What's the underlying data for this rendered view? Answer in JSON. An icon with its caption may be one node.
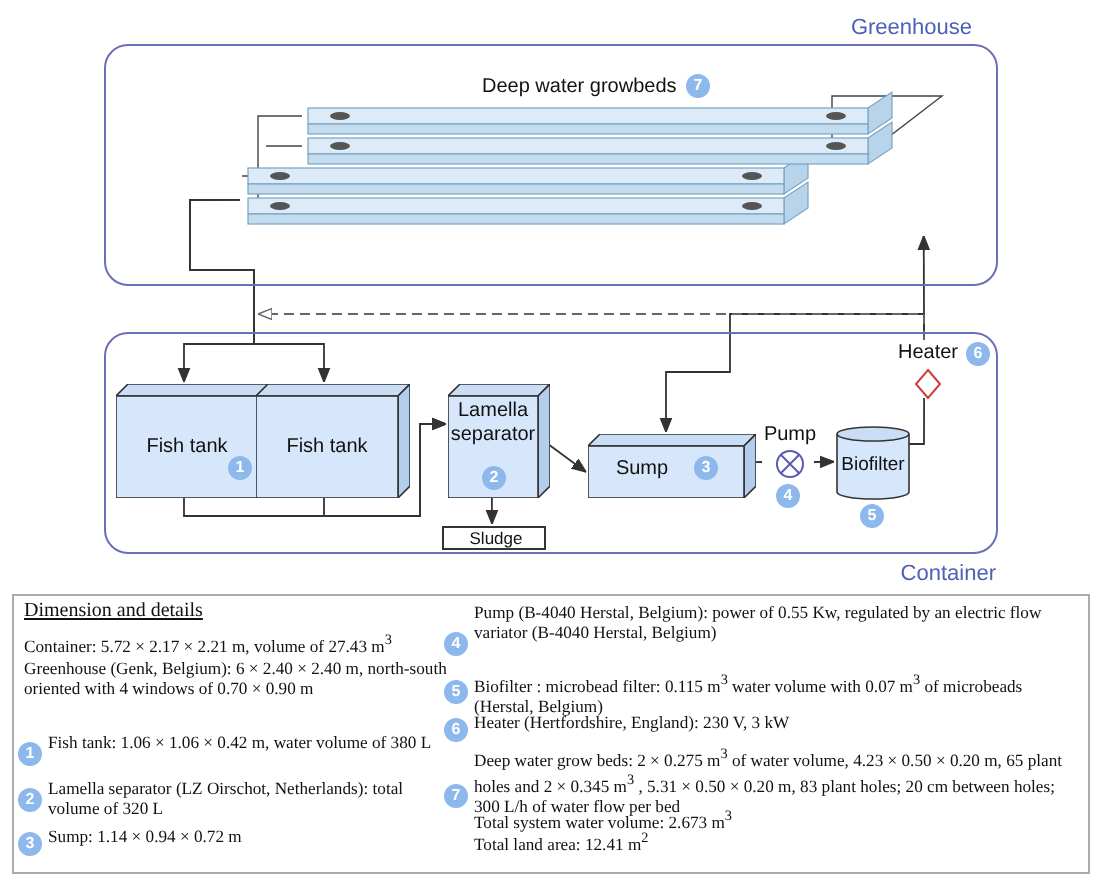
{
  "diagram": {
    "nodes": [
      {
        "text": [
          "Greenhouse"
        ]
      },
      {
        "text": [
          "Deep water growbeds",
          "7"
        ],
        "in": 0
      },
      {
        "text": [
          "Container"
        ]
      },
      {
        "text": [
          "Fish tank",
          "1"
        ],
        "in": 2
      },
      {
        "text": [
          "Fish tank"
        ],
        "in": 2
      },
      {
        "text": [
          "Lamella separator",
          "2"
        ],
        "in": 2
      },
      {
        "text": [
          "Sump",
          "3"
        ],
        "in": 2
      },
      {
        "text": [
          "Pump"
        ],
        "in": 2,
        "beside": [
          "4"
        ]
      },
      {
        "text": [
          "Biofilter"
        ],
        "in": 2,
        "beside": [
          "5"
        ]
      },
      {
        "text": [
          "Heater"
        ],
        "in": 2,
        "beside": [
          "6"
        ]
      },
      {
        "text": [
          "Sludge"
        ],
        "in": 2
      }
    ],
    "edges": [
      {
        "from": 1,
        "to": 3,
        "arrow": "to"
      },
      {
        "from": 1,
        "to": 4,
        "arrow": "to"
      },
      {
        "from": 3,
        "to": 5,
        "arrow": "to"
      },
      {
        "from": 4,
        "to": 5,
        "arrow": "to"
      },
      {
        "from": 5,
        "to": 6,
        "arrow": "to"
      },
      {
        "from": 5,
        "to": 10,
        "arrow": "to"
      },
      {
        "from": 6,
        "to": 7,
        "arrow": "none"
      },
      {
        "from": 7,
        "to": 8,
        "arrow": "to"
      },
      {
        "from": 8,
        "to": 9,
        "arrow": "none"
      },
      {
        "from": 9,
        "to": 1,
        "arrow": "to"
      },
      {
        "from": 9,
        "to": 6,
        "arrow": "to"
      },
      {
        "from": 9,
        "to": null,
        "arrow": "to",
        "style": "dashed",
        "color": "#666666"
      }
    ],
    "labels": [
      "Dimension and details",
      "Container: 5.72 × 2.17 × 2.21 m, volume of 27.43  m$^{3}$",
      "Greenhouse (Genk, Belgium): 6 × 2.40 × 2.40 m, north-south oriented with 4 windows of 0.70 × 0.90 m",
      "1",
      "Fish tank: 1.06 × 1.06 × 0.42 m, water volume of 380 L",
      "2",
      "Lamella separator (LZ Oirschot, Netherlands): total volume of 320 L",
      "3",
      "Sump: 1.14 × 0.94 × 0.72 m",
      "4",
      "Pump (B-4040 Herstal, Belgium): power of 0.55 Kw, regulated by an electric flow variator (B-4040 Herstal, Belgium)",
      "5",
      "Biofilter : microbead filter: 0.115 m$^{3}$ water volume with 0.07 m$^{3}$ of microbeads (Herstal, Belgium)",
      "6",
      "Heater (Hertfordshire, England): 230 V, 3 kW",
      "7",
      "Deep water grow beds: 2 × 0.275 m$^{3}$ of water volume, 4.23 × 0.50 × 0.20 m, 65 plant holes and 2 × 0.345 m$^{3}$ , 5.31 × 0.50 × 0.20 m, 83 plant holes; 20 cm between holes; 300 L/h of water flow per bed",
      "Total system water volume: 2.673 m$^{3}$",
      "Total land area: 12.41 m$^{2}$"
    ]
  }
}
